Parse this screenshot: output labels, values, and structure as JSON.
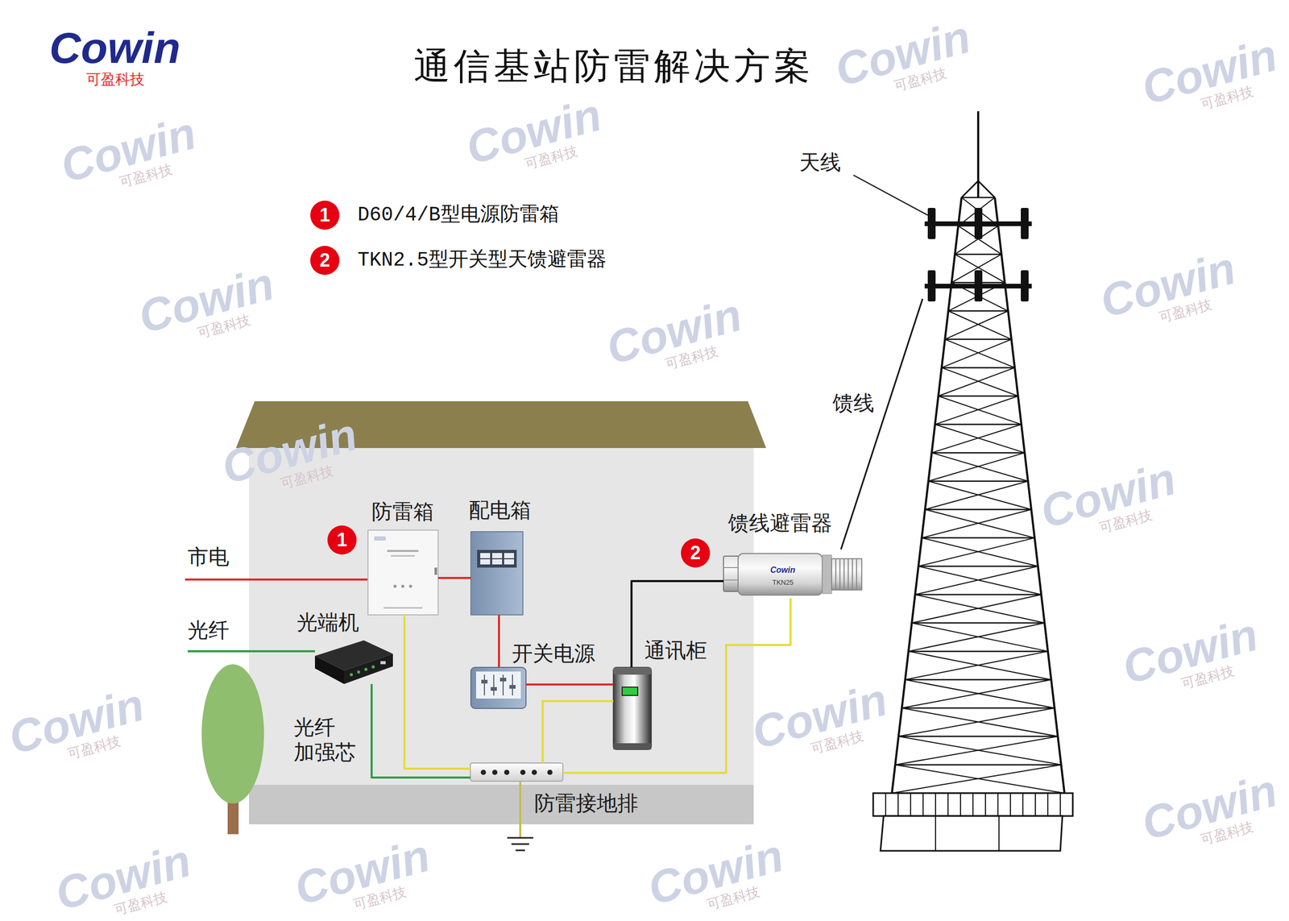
{
  "diagram": {
    "title": "通信基站防雷解决方案",
    "nodes": [
      {
        "text": [
          "天线"
        ]
      },
      {
        "text": [
          "防雷箱"
        ]
      },
      {
        "text": [
          "配电箱"
        ]
      },
      {
        "text": [
          "馈线避雷器",
          "Cowin",
          "TKN25"
        ]
      },
      {
        "text": [
          "光端机"
        ]
      },
      {
        "text": [
          "开关电源"
        ]
      },
      {
        "text": [
          "通讯柜"
        ]
      },
      {
        "text": [
          "防雷接地排"
        ]
      }
    ],
    "edges": [
      {
        "from": 1,
        "to": 2,
        "arrow": "none"
      },
      {
        "from": 2,
        "to": 5,
        "arrow": "none"
      },
      {
        "from": 5,
        "to": 6,
        "arrow": "none"
      },
      {
        "from": 6,
        "to": 3,
        "arrow": "none"
      },
      {
        "from": 3,
        "to": 0,
        "label": "馈线",
        "arrow": "none"
      },
      {
        "from": 1,
        "to": 7,
        "arrow": "none"
      },
      {
        "from": 4,
        "to": 7,
        "label": "光纤 加强芯",
        "arrow": "none"
      },
      {
        "from": 6,
        "to": 7,
        "arrow": "none"
      },
      {
        "from": 3,
        "to": 7,
        "arrow": "none"
      }
    ],
    "labels": [
      "Cowin",
      "可盈科技",
      "1",
      "2",
      "1",
      "2",
      "市电",
      "光纤",
      "Cowin",
      "可盈科技",
      "Cowin",
      "可盈科技",
      "Cowin",
      "可盈科技",
      "Cowin",
      "可盈科技",
      "Cowin",
      "可盈科技",
      "Cowin",
      "可盈科技",
      "Cowin",
      "可盈科技",
      "Cowin",
      "可盈科技",
      "Cowin",
      "可盈科技",
      "Cowin",
      "可盈科技",
      "Cowin",
      "可盈科技",
      "Cowin",
      "可盈科技",
      "Cowin",
      "可盈科技",
      "Cowin",
      "可盈科技",
      "Cowin",
      "可盈科技",
      "Cowin",
      "可盈科技"
    ],
    "legend": [
      {
        "text": "D60/4/B型电源防雷箱"
      },
      {
        "text": "TKN2.5型开关型天馈避雷器"
      }
    ]
  }
}
